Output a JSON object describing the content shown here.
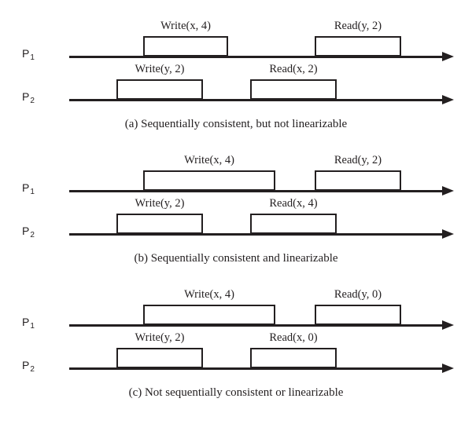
{
  "figure": {
    "title": "Sequential consistency and linearizability timeline diagram",
    "line_color": "#231f20",
    "box_fill": "#ffffff",
    "background": "#ffffff"
  },
  "panels": [
    {
      "id": "a",
      "caption": "(a) Sequentially consistent, but not linearizable",
      "processes": [
        {
          "label": "P",
          "subscript": "1",
          "operations": [
            {
              "label": "Write(x, 4)",
              "start": 182,
              "end": 290
            },
            {
              "label": "Read(y, 2)",
              "start": 400,
              "end": 510
            }
          ]
        },
        {
          "label": "P",
          "subscript": "2",
          "operations": [
            {
              "label": "Write(y, 2)",
              "start": 148,
              "end": 258
            },
            {
              "label": "Read(x, 2)",
              "start": 318,
              "end": 428
            }
          ]
        }
      ]
    },
    {
      "id": "b",
      "caption": "(b) Sequentially consistent and linearizable",
      "processes": [
        {
          "label": "P",
          "subscript": "1",
          "operations": [
            {
              "label": "Write(x, 4)",
              "start": 182,
              "end": 350
            },
            {
              "label": "Read(y, 2)",
              "start": 400,
              "end": 510
            }
          ]
        },
        {
          "label": "P",
          "subscript": "2",
          "operations": [
            {
              "label": "Write(y, 2)",
              "start": 148,
              "end": 258
            },
            {
              "label": "Read(x, 4)",
              "start": 318,
              "end": 428
            }
          ]
        }
      ]
    },
    {
      "id": "c",
      "caption": "(c) Not sequentially consistent or linearizable",
      "processes": [
        {
          "label": "P",
          "subscript": "1",
          "operations": [
            {
              "label": "Write(x, 4)",
              "start": 182,
              "end": 350
            },
            {
              "label": "Read(y, 0)",
              "start": 400,
              "end": 510
            }
          ]
        },
        {
          "label": "P",
          "subscript": "2",
          "operations": [
            {
              "label": "Write(y, 2)",
              "start": 148,
              "end": 258
            },
            {
              "label": "Read(x, 0)",
              "start": 318,
              "end": 428
            }
          ]
        }
      ]
    }
  ]
}
